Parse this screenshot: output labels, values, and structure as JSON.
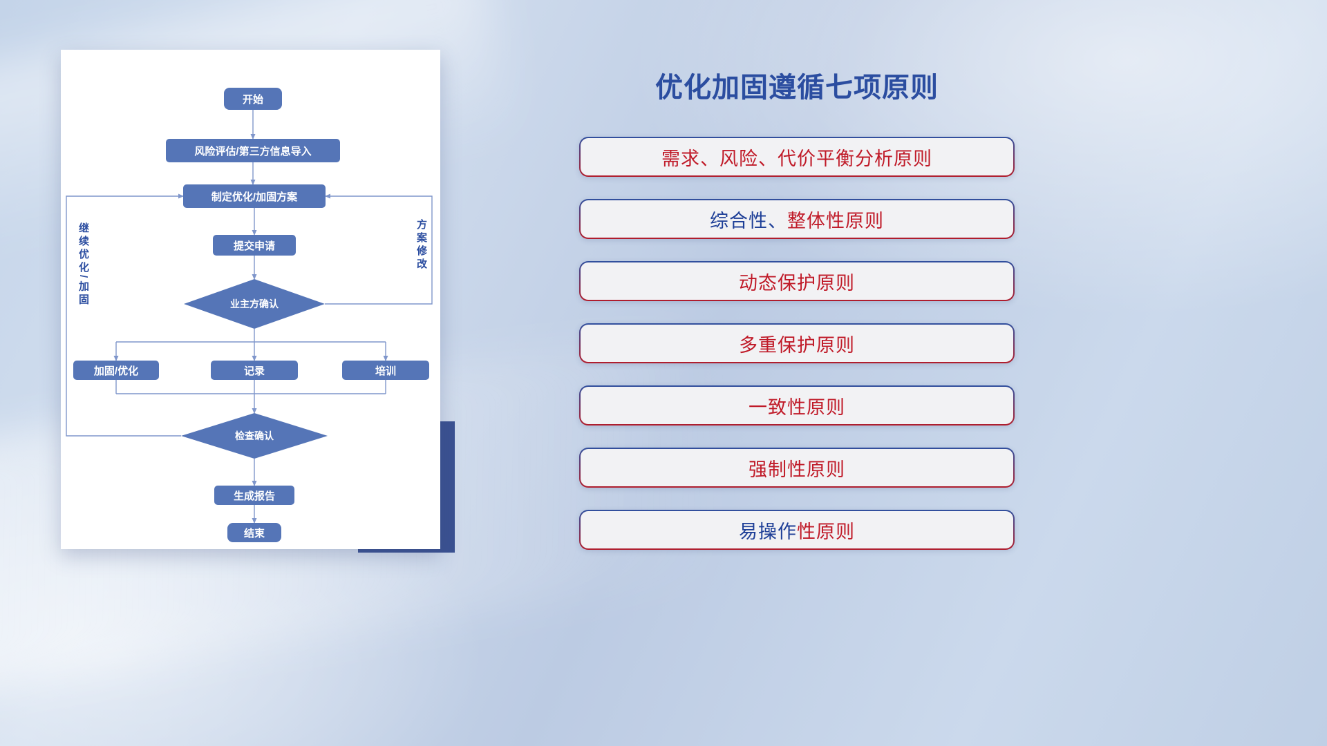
{
  "colors": {
    "title_blue": "#2b4da0",
    "principle_red": "#c01a28",
    "principle_blue": "#1e3f97",
    "node_blue": "#5575b7",
    "line_blue": "#7f96cb",
    "accent_navy": "#3a5191",
    "box_border_top": "#30509f",
    "box_border_bottom": "#b11d2c",
    "box_bg": "#f2f2f4"
  },
  "flowchart": {
    "nodes": {
      "start": "开始",
      "risk_assessment": "风险评估/第三方信息导入",
      "make_plan": "制定优化/加固方案",
      "submit_request": "提交申请",
      "owner_confirm": "业主方确认",
      "reinforce_optimize": "加固/优化",
      "record": "记录",
      "training": "培训",
      "check_confirm": "检查确认",
      "generate_report": "生成报告",
      "end": "结束"
    },
    "edge_labels": {
      "continue_optimize": "继续优化/加固",
      "plan_modify": "方案修改"
    }
  },
  "panel": {
    "title": "优化加固遵循七项原则",
    "principles": [
      {
        "segments": [
          {
            "text": "需求、风险、代价平衡分析原则",
            "color": "principle_red"
          }
        ]
      },
      {
        "segments": [
          {
            "text": "综合性、",
            "color": "principle_blue"
          },
          {
            "text": "整体性原则",
            "color": "principle_red"
          }
        ]
      },
      {
        "segments": [
          {
            "text": "动态保护原则",
            "color": "principle_red"
          }
        ]
      },
      {
        "segments": [
          {
            "text": "多重保护原则",
            "color": "principle_red"
          }
        ]
      },
      {
        "segments": [
          {
            "text": "一致性原则",
            "color": "principle_red"
          }
        ]
      },
      {
        "segments": [
          {
            "text": "强制性原则",
            "color": "principle_red"
          }
        ]
      },
      {
        "segments": [
          {
            "text": "易操作",
            "color": "principle_blue"
          },
          {
            "text": "性原则",
            "color": "principle_red"
          }
        ]
      }
    ]
  }
}
